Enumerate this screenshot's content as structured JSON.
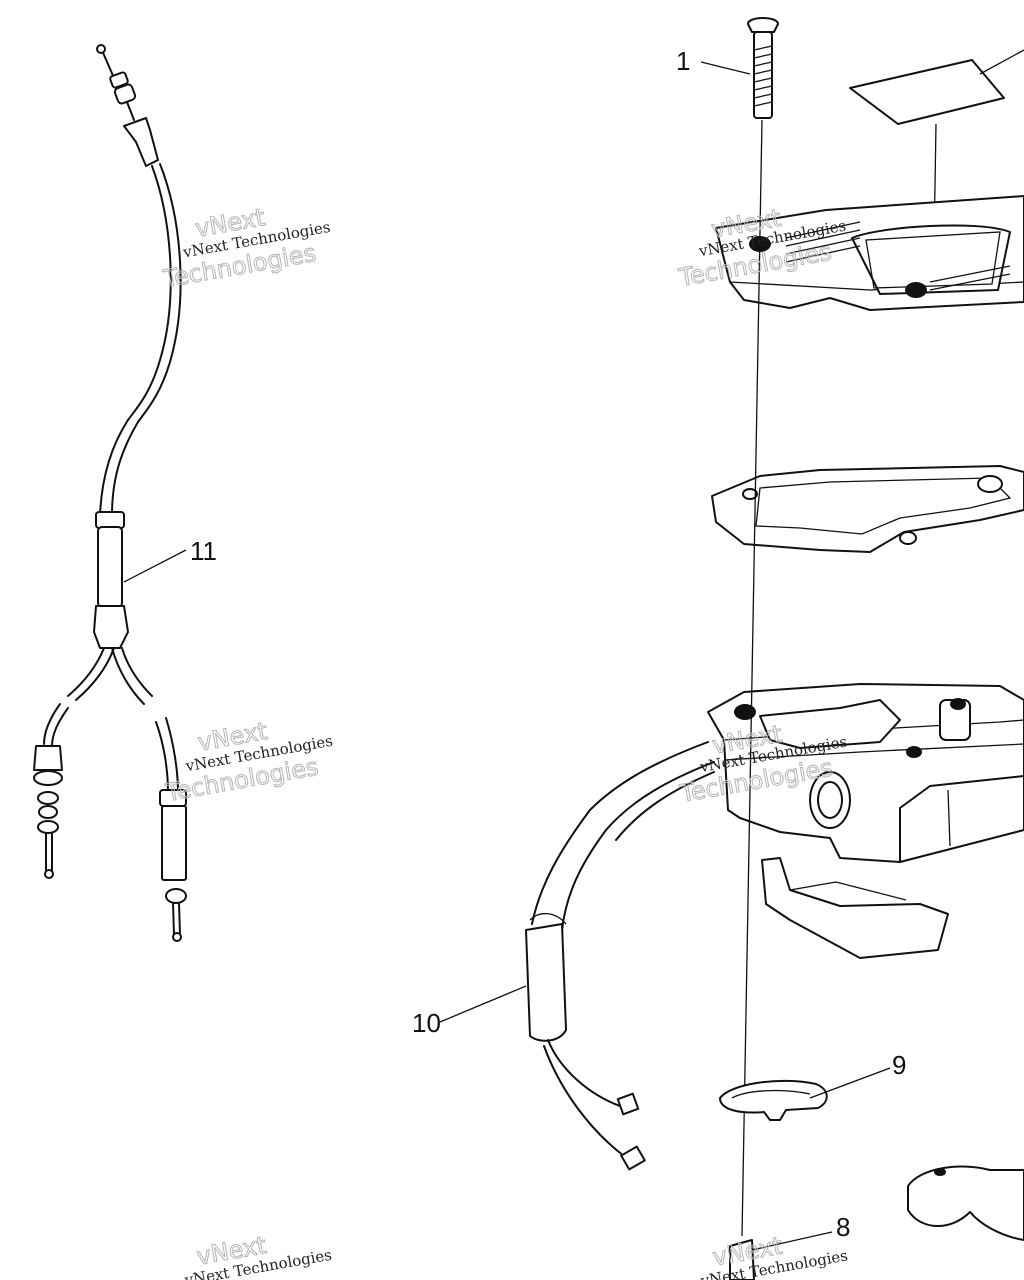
{
  "callouts": [
    {
      "label": "1"
    },
    {
      "label": "8"
    },
    {
      "label": "9"
    },
    {
      "label": "10"
    },
    {
      "label": "11"
    }
  ],
  "watermark": {
    "line1": "vNext",
    "line2": "vNext Technologies",
    "line3": "Technologies"
  }
}
